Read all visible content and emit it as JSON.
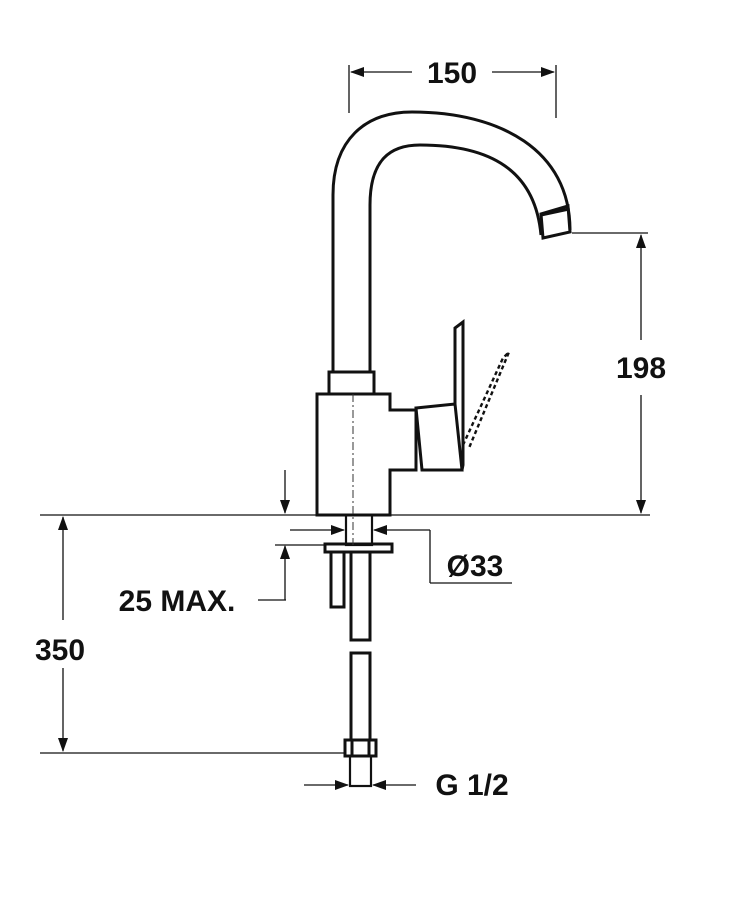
{
  "dimensions": {
    "spout_reach": "150",
    "spout_height": "198",
    "max_counter_thickness": "25 MAX.",
    "hole_diameter": "Ø33",
    "hose_length": "350",
    "connection_thread": "G 1/2"
  },
  "colors": {
    "line": "#111111",
    "background": "#ffffff"
  }
}
